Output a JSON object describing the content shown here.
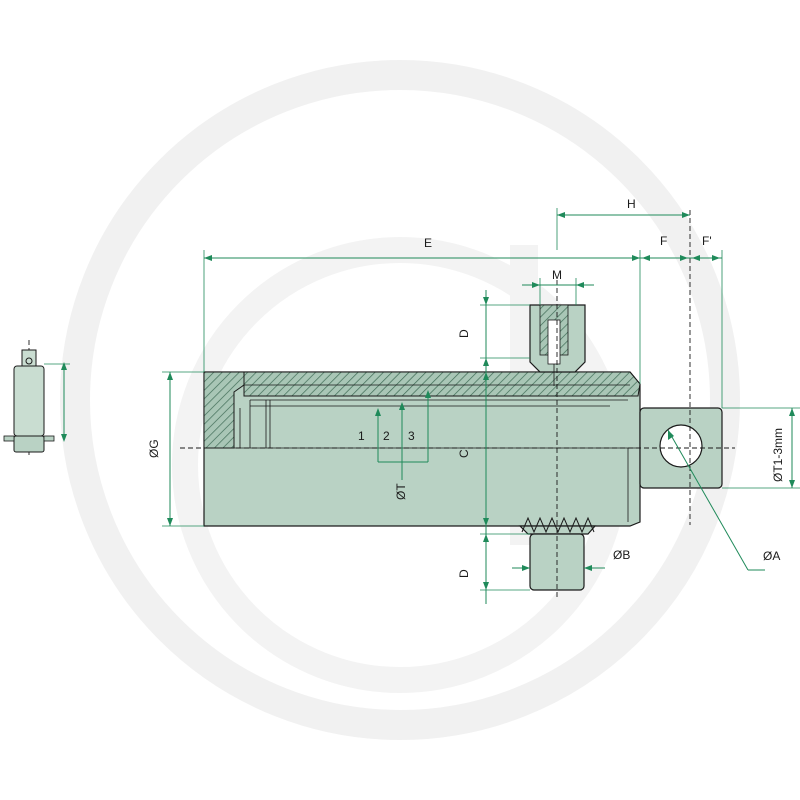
{
  "labels": {
    "E": "E",
    "H": "H",
    "F": "F",
    "F_prime": "F'",
    "M": "M",
    "D_top": "D",
    "D_bottom": "D",
    "G": "ØG",
    "C": "C",
    "T": "ØT",
    "B": "ØB",
    "A": "ØA",
    "T1": "ØT1-3mm",
    "stage1": "1",
    "stage2": "2",
    "stage3": "3"
  },
  "colors": {
    "dimension": "#1f8a5a",
    "body": "#b9d2c4",
    "hatch": "#7fa892",
    "watermark": "#efefef"
  }
}
